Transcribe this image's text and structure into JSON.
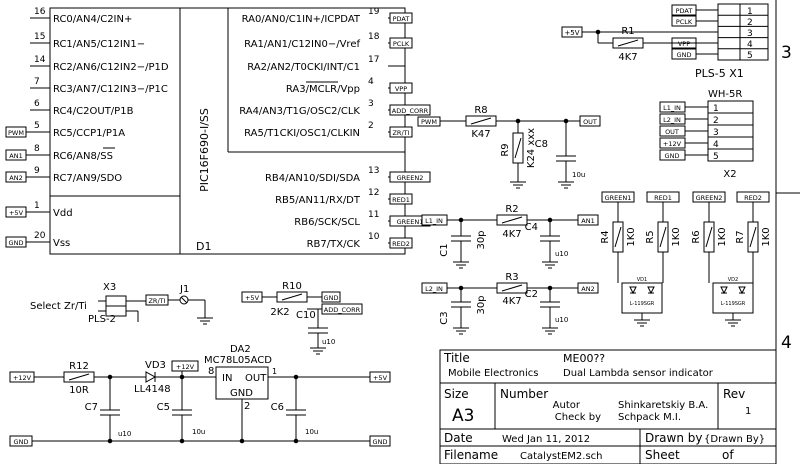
{
  "ic": {
    "name": "PIC16F690-I/SS",
    "ref": "D1",
    "left_pins": [
      {
        "num": "16",
        "name": "RC0/AN4/C2IN+",
        "net": ""
      },
      {
        "num": "15",
        "name": "RC1/AN5/C12IN1−",
        "net": ""
      },
      {
        "num": "14",
        "name": "RC2/AN6/C12IN2−/P1D",
        "net": ""
      },
      {
        "num": "7",
        "name": "RC3/AN7/C12IN3−/P1C",
        "net": ""
      },
      {
        "num": "6",
        "name": "RC4/C2OUT/P1B",
        "net": ""
      },
      {
        "num": "5",
        "name": "RC5/CCP1/P1A",
        "net": "PWM"
      },
      {
        "num": "8",
        "name": "RC6/AN8/SS",
        "net": "AN1"
      },
      {
        "num": "9",
        "name": "RC7/AN9/SDO",
        "net": "AN2"
      },
      {
        "num": "1",
        "name": "Vdd",
        "net": "+5V"
      },
      {
        "num": "20",
        "name": "Vss",
        "net": "GND"
      }
    ],
    "right_pins": [
      {
        "num": "19",
        "name": "RA0/AN0/C1IN+/ICPDAT",
        "net": "PDAT"
      },
      {
        "num": "18",
        "name": "RA1/AN1/C12IN0−/Vref",
        "net": "PCLK"
      },
      {
        "num": "17",
        "name": "RA2/AN2/T0CKI/INT/C1",
        "net": ""
      },
      {
        "num": "4",
        "name": "RA3/MCLR/Vpp",
        "net": "VPP"
      },
      {
        "num": "3",
        "name": "RA4/AN3/T1G/OSC2/CLK",
        "net": "ADD_CORR"
      },
      {
        "num": "2",
        "name": "RA5/T1CKI/OSC1/CLKIN",
        "net": "ZR/TI"
      },
      {
        "num": "13",
        "name": "RB4/AN10/SDI/SDA",
        "net": "GREEN2"
      },
      {
        "num": "12",
        "name": "RB5/AN11/RX/DT",
        "net": "RED1"
      },
      {
        "num": "11",
        "name": "RB6/SCK/SCL",
        "net": "GREEN1"
      },
      {
        "num": "10",
        "name": "RB7/TX/CK",
        "net": "RED2"
      }
    ]
  },
  "x1": {
    "title": "PLS-5 X1",
    "pins": [
      "1",
      "2",
      "3",
      "4",
      "5"
    ],
    "nets": [
      "PDAT",
      "PCLK",
      "",
      "VPP",
      "GND"
    ],
    "plus5": "+5V",
    "r1_ref": "R1",
    "r1_val": "4K7"
  },
  "x2": {
    "title": "WH-5R",
    "ref": "X2",
    "pins": [
      "1",
      "2",
      "3",
      "4",
      "5"
    ],
    "nets": [
      "L1_IN",
      "L2_IN",
      "OUT",
      "+12V",
      "GND"
    ]
  },
  "r8": {
    "ref": "R8",
    "val": "K47",
    "pwm": "PWM",
    "out": "OUT"
  },
  "r9": {
    "ref": "R9",
    "val": "K24 xxx"
  },
  "c8": {
    "ref": "C8",
    "val": "10u"
  },
  "r2": {
    "ref": "R2",
    "val": "4K7",
    "in": "L1_IN",
    "an": "AN1"
  },
  "c1": {
    "ref": "C1",
    "val": "30p"
  },
  "c4": {
    "ref": "C4",
    "val": "u10"
  },
  "r3": {
    "ref": "R3",
    "val": "4K7",
    "in": "L2_IN",
    "an": "AN2"
  },
  "c3": {
    "ref": "C3",
    "val": "30p"
  },
  "c2": {
    "ref": "C2",
    "val": "u10"
  },
  "leds": {
    "labels": [
      "GREEN1",
      "RED1",
      "GREEN2",
      "RED2"
    ],
    "resistors": [
      {
        "ref": "R4",
        "val": "1K0"
      },
      {
        "ref": "R5",
        "val": "1K0"
      },
      {
        "ref": "R6",
        "val": "1K0"
      },
      {
        "ref": "R7",
        "val": "1K0"
      }
    ],
    "vd1": "VD1",
    "vd2": "VD2",
    "part": "L-119SGR"
  },
  "x3": {
    "ref": "X3",
    "label": "Select Zr/Ti",
    "part": "PLS-2",
    "net": "ZR/TI",
    "j1": "J1"
  },
  "r10": {
    "ref": "R10",
    "val": "2K2",
    "plus5": "+5V",
    "gnd": "GND",
    "add_corr": "ADD_CORR",
    "c10": "C10",
    "c10_val": "u10"
  },
  "power": {
    "plus12": "+12V",
    "plus12_tag": "+12V",
    "plus5": "+5V",
    "gnd": "GND",
    "r12_ref": "R12",
    "r12_val": "10R",
    "vd3_ref": "VD3",
    "vd3_part": "LL4148",
    "da2_ref": "DA2",
    "da2_part": "MC78L05ACD",
    "da2_in": "IN",
    "da2_out": "OUT",
    "da2_gnd": "GND",
    "pin8": "8",
    "pin1": "1",
    "pin2": "2",
    "c7": "C7",
    "c7_val": "u10",
    "c5": "C5",
    "c5_val": "10u",
    "c6": "C6",
    "c6_val": "10u"
  },
  "title_block": {
    "title_label": "Title",
    "title_line1": "Mobile Electronics",
    "title_code": "ME00??",
    "title_desc": "Dual Lambda sensor indicator",
    "size_label": "Size",
    "size_value": "A3",
    "number_label": "Number",
    "autor_label": "Autor",
    "autor_value": "Shinkaretskiy B.A.",
    "check_label": "Check by",
    "check_value": "Schpack M.I.",
    "rev_label": "Rev",
    "rev_value": "1",
    "date_label": "Date",
    "date_value": "Wed Jan 11, 2012",
    "drawn_label": "Drawn by",
    "drawn_value": "{Drawn By}",
    "filename_label": "Filename",
    "filename_value": "CatalystEM2.sch",
    "sheet_label": "Sheet",
    "of_label": "of"
  },
  "frame": {
    "zone3": "3",
    "zone4": "4"
  }
}
